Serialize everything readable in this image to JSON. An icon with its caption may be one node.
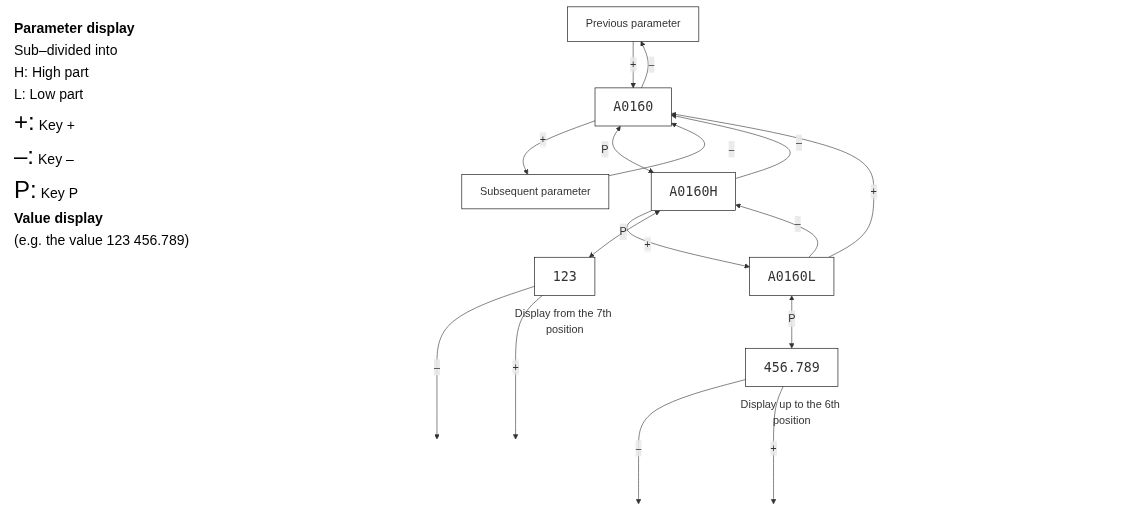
{
  "diagram": {
    "nodes": [
      {
        "text": [
          "Previous parameter"
        ]
      },
      {
        "text": [
          "A0160"
        ]
      },
      {
        "text": [
          "Subsequent parameter"
        ]
      },
      {
        "text": [
          "A0160H"
        ]
      },
      {
        "text": [
          "A0160L"
        ]
      },
      {
        "text": [
          "123"
        ],
        "beside": [
          "Display from the 7th position"
        ]
      },
      {
        "text": [
          "456.789"
        ],
        "beside": [
          "Display up to the 6th position"
        ]
      }
    ],
    "edges": [
      {
        "from": 0,
        "to": 1,
        "arrow": "to",
        "label": "+"
      },
      {
        "from": 1,
        "to": 0,
        "arrow": "to",
        "label": "–"
      },
      {
        "from": 1,
        "to": 2,
        "arrow": "to",
        "label": "+"
      },
      {
        "from": 2,
        "to": 1,
        "arrow": "to",
        "label": "–"
      },
      {
        "from": 3,
        "to": 1,
        "arrow": "to",
        "label": "–"
      },
      {
        "from": 1,
        "to": 3,
        "arrow": "both",
        "label": "P"
      },
      {
        "from": 4,
        "to": 1,
        "arrow": "to",
        "label": "+"
      },
      {
        "from": 3,
        "to": 4,
        "arrow": "to",
        "label": "+"
      },
      {
        "from": 4,
        "to": 3,
        "arrow": "to",
        "label": "–"
      },
      {
        "from": 3,
        "to": 5,
        "arrow": "both",
        "label": "P"
      },
      {
        "from": 4,
        "to": 6,
        "arrow": "both",
        "label": "P"
      },
      {
        "from": 5,
        "to": null,
        "arrow": "to",
        "label": "–"
      },
      {
        "from": 5,
        "to": null,
        "arrow": "to",
        "label": "+"
      },
      {
        "from": 6,
        "to": null,
        "arrow": "to",
        "label": "–"
      },
      {
        "from": 6,
        "to": null,
        "arrow": "to",
        "label": "+"
      }
    ],
    "labels": [
      "Parameter display",
      "Sub–divided into",
      "H: High part",
      "L: Low part",
      "+:",
      "Key +",
      "–:",
      "Key –",
      "P:",
      "Key P",
      "Value display",
      "(e.g. the value 123 456.789)"
    ]
  }
}
